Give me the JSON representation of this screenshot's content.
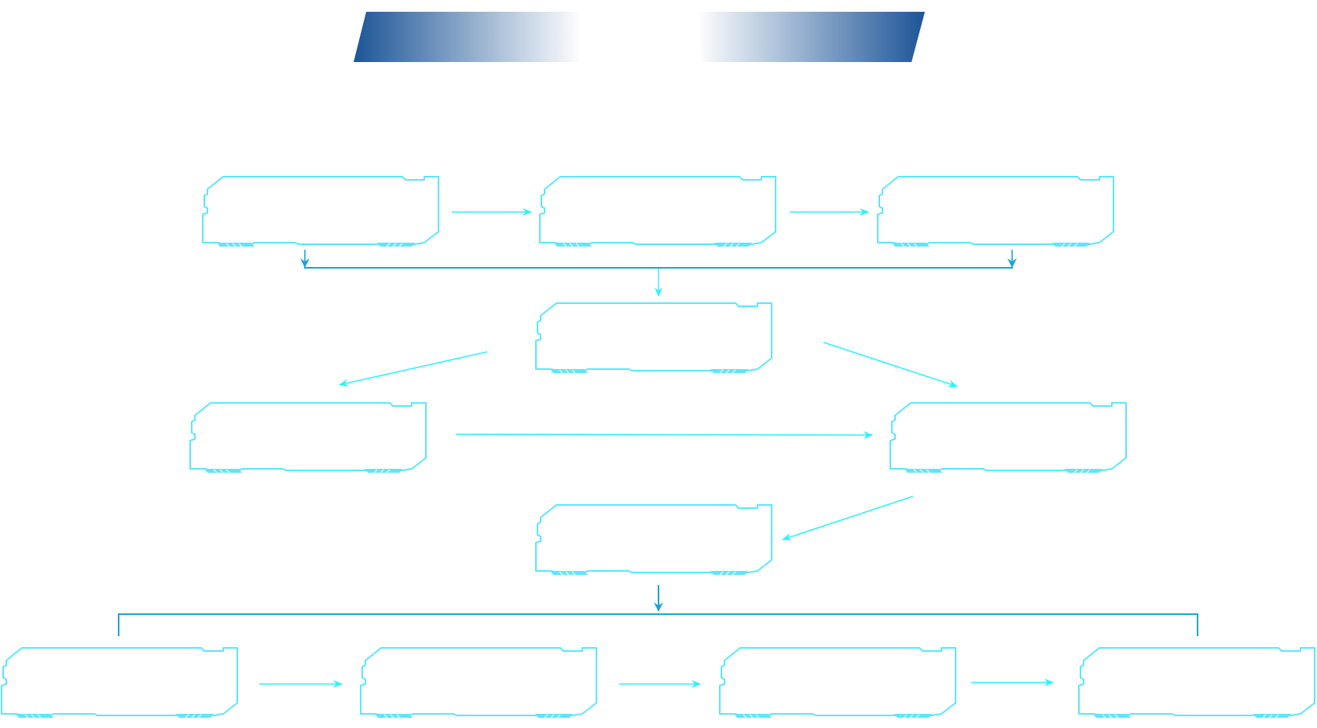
{
  "title": {
    "left_text": "",
    "right_text": "",
    "gradient_dark": "#1d5597",
    "gradient_light": "#ffffff"
  },
  "colors": {
    "frame_stroke": "#5ce6ff",
    "frame_accent": "#5ce6ff",
    "arrow_cyan": "#2cf2ff",
    "connector_blue": "#1aa5d6"
  },
  "nodes": [
    {
      "id": "step-1",
      "label": ""
    },
    {
      "id": "step-2",
      "label": ""
    },
    {
      "id": "step-3",
      "label": ""
    },
    {
      "id": "step-4",
      "label": ""
    },
    {
      "id": "step-5",
      "label": ""
    },
    {
      "id": "step-6",
      "label": ""
    },
    {
      "id": "step-7",
      "label": ""
    },
    {
      "id": "step-8",
      "label": ""
    },
    {
      "id": "step-9",
      "label": ""
    },
    {
      "id": "step-10",
      "label": ""
    },
    {
      "id": "step-11",
      "label": ""
    }
  ],
  "edges": [
    {
      "from": "step-1",
      "to": "step-2"
    },
    {
      "from": "step-2",
      "to": "step-3"
    },
    {
      "from": "step-1",
      "to": "step-4"
    },
    {
      "from": "step-2",
      "to": "step-4"
    },
    {
      "from": "step-3",
      "to": "step-4"
    },
    {
      "from": "step-4",
      "to": "step-5"
    },
    {
      "from": "step-4",
      "to": "step-6"
    },
    {
      "from": "step-5",
      "to": "step-6"
    },
    {
      "from": "step-6",
      "to": "step-7"
    },
    {
      "from": "step-7",
      "to": "step-8"
    },
    {
      "from": "step-7",
      "to": "step-9"
    },
    {
      "from": "step-7",
      "to": "step-10"
    },
    {
      "from": "step-7",
      "to": "step-11"
    },
    {
      "from": "step-8",
      "to": "step-9"
    },
    {
      "from": "step-9",
      "to": "step-10"
    },
    {
      "from": "step-10",
      "to": "step-11"
    }
  ]
}
